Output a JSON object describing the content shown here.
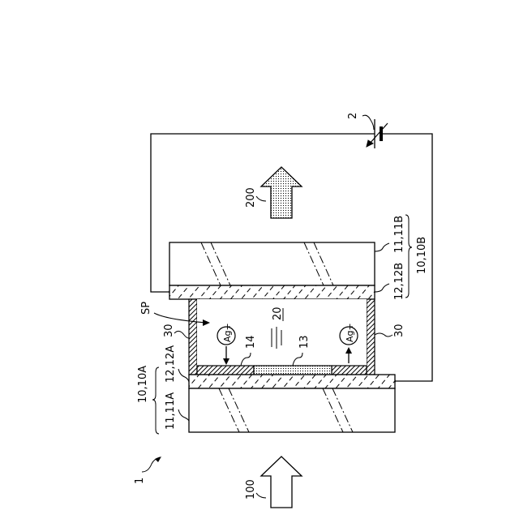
{
  "labels": {
    "device": "1",
    "power_source": "2",
    "light_in": "100",
    "light_out": "200",
    "electrolyte": "20",
    "space": "SP",
    "sealant_left": "30",
    "sealant_right": "30",
    "first_substrate": "11,11A",
    "first_electrode": "12,12A",
    "first_assembly": "10,10A",
    "second_substrate": "11,11B",
    "second_electrode": "12,12B",
    "second_assembly": "10,10B",
    "center_layer": "13",
    "side_layer": "14",
    "ion_left": "Ag+",
    "ion_right": "Ag+"
  }
}
